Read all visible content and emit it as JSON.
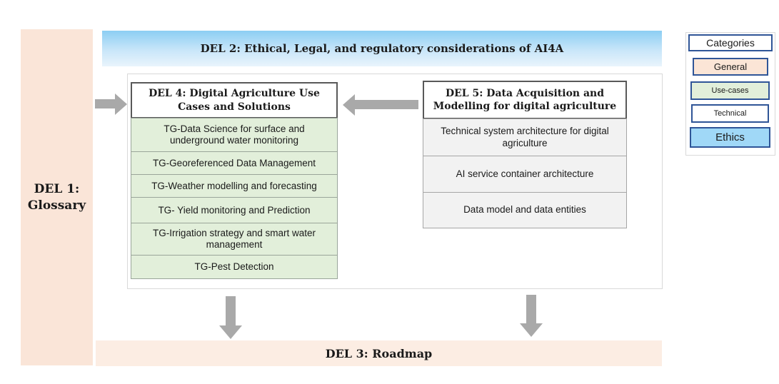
{
  "del1": {
    "title": "DEL 1:\nGlossary"
  },
  "del2": {
    "title": "DEL 2: Ethical, Legal, and regulatory considerations of AI4A"
  },
  "del3": {
    "title": "DEL 3: Roadmap"
  },
  "del4": {
    "title": "DEL 4: Digital Agriculture Use Cases and Solutions",
    "items": [
      "TG-Data Science for surface and underground water monitoring",
      "TG-Georeferenced Data Management",
      "TG-Weather modelling and forecasting",
      "TG- Yield monitoring and Prediction",
      "TG-Irrigation strategy and smart water management",
      "TG-Pest Detection"
    ]
  },
  "del5": {
    "title": "DEL 5:  Data Acquisition and Modelling for digital agriculture",
    "items": [
      "Technical system architecture for digital agriculture",
      "AI service container architecture",
      "Data model and data entities"
    ]
  },
  "legend": {
    "title": "Categories",
    "items": [
      {
        "label": "General",
        "color": "#FBE5D6"
      },
      {
        "label": "Use-cases",
        "color": "#E2EFDA"
      },
      {
        "label": "Technical",
        "color": "#FFFFFF"
      },
      {
        "label": "Ethics",
        "color": "#A0D8F7"
      }
    ]
  },
  "palette": {
    "general_peach": "#FAE5D8",
    "roadmap_peach": "#FCEDE3",
    "usecase_green": "#E2EFDA",
    "technical_gray": "#F2F2F2",
    "ethics_blue_top": "#8CCEF3",
    "ethics_blue_bottom": "#E9F4FC",
    "legend_border_blue": "#2F5597",
    "arrow_gray": "#A9A9A9"
  }
}
